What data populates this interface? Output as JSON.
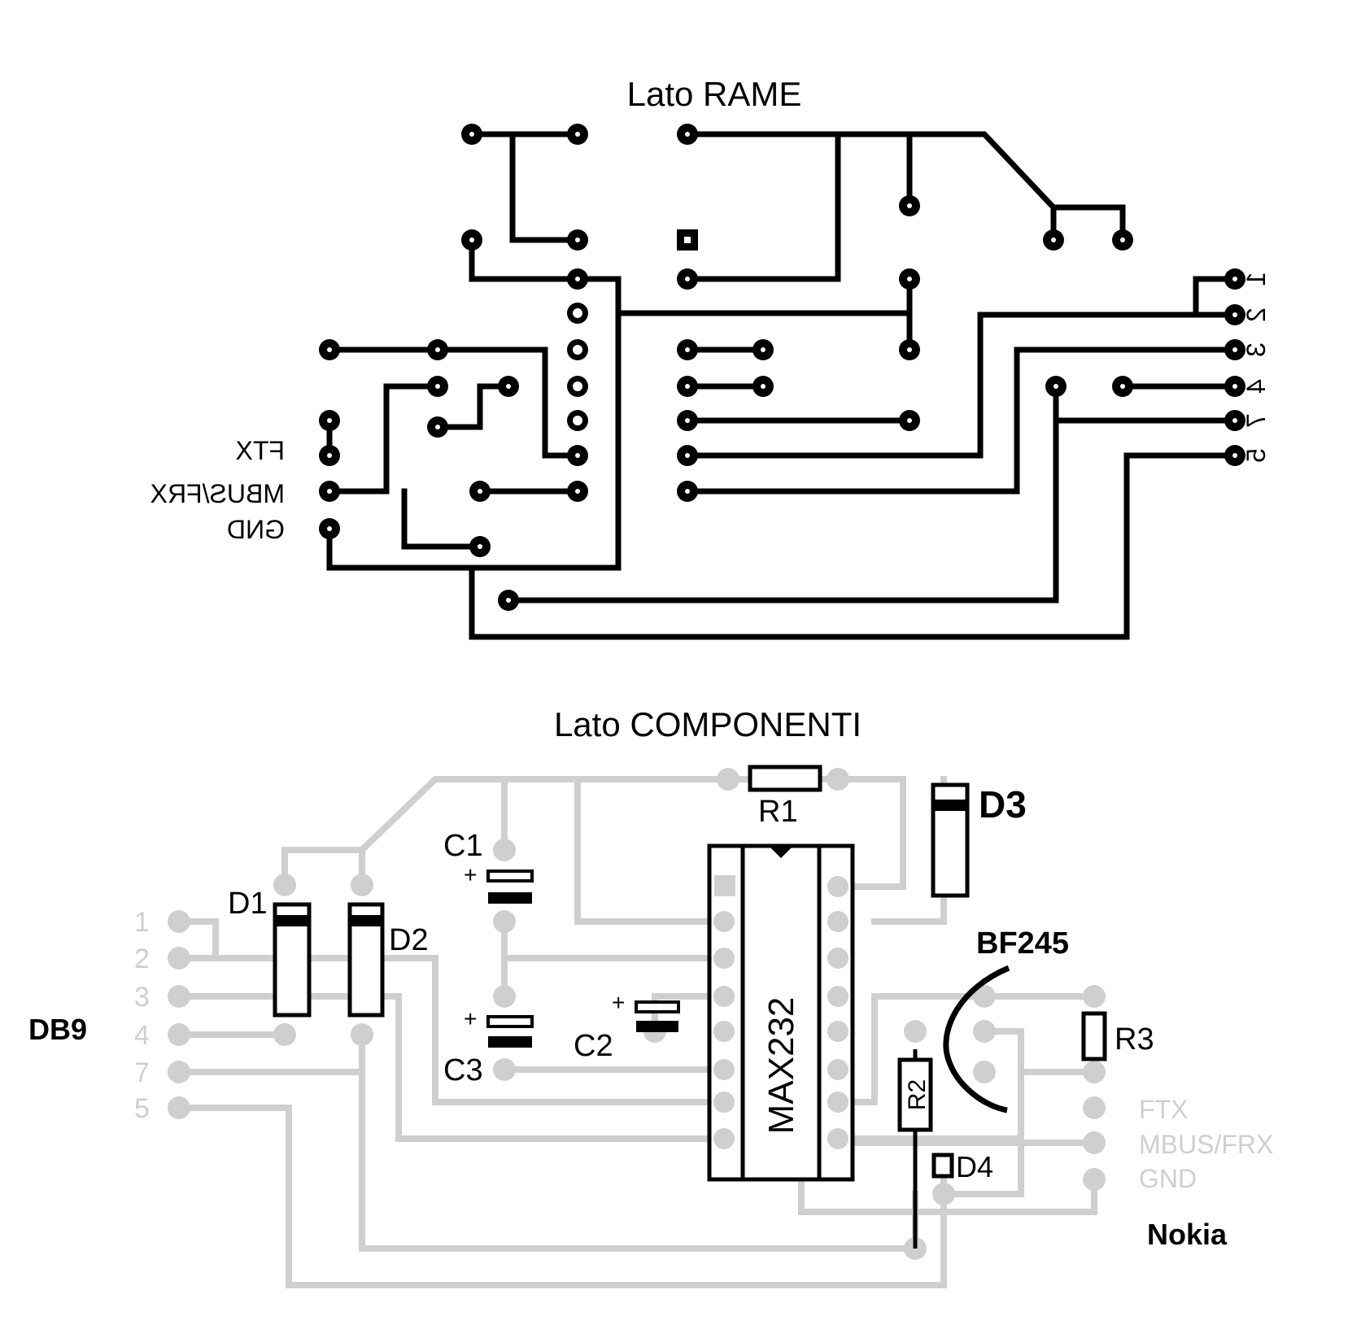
{
  "copper_side": {
    "title": "Lato RAME",
    "connector_labels": {
      "ftx": "FTX",
      "mbus_frx": "MBUS/FRX",
      "gnd": "GND"
    },
    "pin_numbers": [
      "1",
      "2",
      "3",
      "4",
      "7",
      "5"
    ]
  },
  "component_side": {
    "title": "Lato COMPONENTI",
    "db9_label": "DB9",
    "db9_pins": [
      "1",
      "2",
      "3",
      "4",
      "7",
      "5"
    ],
    "components": {
      "r1": "R1",
      "r2": "R2",
      "r3": "R3",
      "d1": "D1",
      "d2": "D2",
      "d3": "D3",
      "d4": "D4",
      "c1": "C1",
      "c2": "C2",
      "c3": "C3",
      "ic": "MAX232",
      "transistor": "BF245",
      "plus": "+"
    },
    "nokia_connector": {
      "ftx": "FTX",
      "mbus_frx": "MBUS/FRX",
      "gnd": "GND",
      "label": "Nokia"
    }
  }
}
